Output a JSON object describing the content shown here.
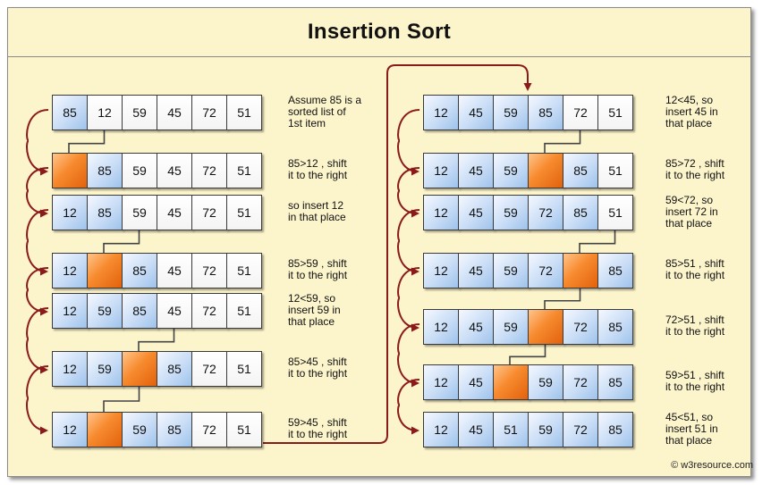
{
  "title": "Insertion  Sort",
  "credit": "© w3resource.com",
  "colors": {
    "background": "#fcf4cb",
    "sorted": "#c9ddf6",
    "unsorted": "#ffffff",
    "hole": "#f78a2e",
    "arrow": "#8b1a1a"
  },
  "left_steps": [
    {
      "cells": [
        {
          "v": "85",
          "t": "sorted"
        },
        {
          "v": "12",
          "t": "unsorted"
        },
        {
          "v": "59",
          "t": "unsorted"
        },
        {
          "v": "45",
          "t": "unsorted"
        },
        {
          "v": "72",
          "t": "unsorted"
        },
        {
          "v": "51",
          "t": "unsorted"
        }
      ],
      "note": "Assume 85 is a\nsorted list of\n1st item"
    },
    {
      "cells": [
        {
          "v": "",
          "t": "hole"
        },
        {
          "v": "85",
          "t": "sorted"
        },
        {
          "v": "59",
          "t": "unsorted"
        },
        {
          "v": "45",
          "t": "unsorted"
        },
        {
          "v": "72",
          "t": "unsorted"
        },
        {
          "v": "51",
          "t": "unsorted"
        }
      ],
      "note": "85>12 , shift\nit to the right"
    },
    {
      "cells": [
        {
          "v": "12",
          "t": "sorted"
        },
        {
          "v": "85",
          "t": "sorted"
        },
        {
          "v": "59",
          "t": "unsorted"
        },
        {
          "v": "45",
          "t": "unsorted"
        },
        {
          "v": "72",
          "t": "unsorted"
        },
        {
          "v": "51",
          "t": "unsorted"
        }
      ],
      "note": "so insert 12\nin that place"
    },
    {
      "cells": [
        {
          "v": "12",
          "t": "sorted"
        },
        {
          "v": "",
          "t": "hole"
        },
        {
          "v": "85",
          "t": "sorted"
        },
        {
          "v": "45",
          "t": "unsorted"
        },
        {
          "v": "72",
          "t": "unsorted"
        },
        {
          "v": "51",
          "t": "unsorted"
        }
      ],
      "note": "85>59 , shift\nit to the right"
    },
    {
      "cells": [
        {
          "v": "12",
          "t": "sorted"
        },
        {
          "v": "59",
          "t": "sorted"
        },
        {
          "v": "85",
          "t": "sorted"
        },
        {
          "v": "45",
          "t": "unsorted"
        },
        {
          "v": "72",
          "t": "unsorted"
        },
        {
          "v": "51",
          "t": "unsorted"
        }
      ],
      "note": "12<59, so\ninsert 59 in\nthat place"
    },
    {
      "cells": [
        {
          "v": "12",
          "t": "sorted"
        },
        {
          "v": "59",
          "t": "sorted"
        },
        {
          "v": "",
          "t": "hole"
        },
        {
          "v": "85",
          "t": "sorted"
        },
        {
          "v": "72",
          "t": "unsorted"
        },
        {
          "v": "51",
          "t": "unsorted"
        }
      ],
      "note": "85>45 , shift\nit to the right"
    },
    {
      "cells": [
        {
          "v": "12",
          "t": "sorted"
        },
        {
          "v": "",
          "t": "hole"
        },
        {
          "v": "59",
          "t": "sorted"
        },
        {
          "v": "85",
          "t": "sorted"
        },
        {
          "v": "72",
          "t": "unsorted"
        },
        {
          "v": "51",
          "t": "unsorted"
        }
      ],
      "note": "59>45 , shift\nit to the right"
    }
  ],
  "right_steps": [
    {
      "cells": [
        {
          "v": "12",
          "t": "sorted"
        },
        {
          "v": "45",
          "t": "sorted"
        },
        {
          "v": "59",
          "t": "sorted"
        },
        {
          "v": "85",
          "t": "sorted"
        },
        {
          "v": "72",
          "t": "unsorted"
        },
        {
          "v": "51",
          "t": "unsorted"
        }
      ],
      "note": "12<45, so\ninsert 45 in\nthat place"
    },
    {
      "cells": [
        {
          "v": "12",
          "t": "sorted"
        },
        {
          "v": "45",
          "t": "sorted"
        },
        {
          "v": "59",
          "t": "sorted"
        },
        {
          "v": "",
          "t": "hole"
        },
        {
          "v": "85",
          "t": "sorted"
        },
        {
          "v": "51",
          "t": "unsorted"
        }
      ],
      "note": "85>72 , shift\nit to the right"
    },
    {
      "cells": [
        {
          "v": "12",
          "t": "sorted"
        },
        {
          "v": "45",
          "t": "sorted"
        },
        {
          "v": "59",
          "t": "sorted"
        },
        {
          "v": "72",
          "t": "sorted"
        },
        {
          "v": "85",
          "t": "sorted"
        },
        {
          "v": "51",
          "t": "unsorted"
        }
      ],
      "note": "59<72, so\ninsert 72 in\nthat place"
    },
    {
      "cells": [
        {
          "v": "12",
          "t": "sorted"
        },
        {
          "v": "45",
          "t": "sorted"
        },
        {
          "v": "59",
          "t": "sorted"
        },
        {
          "v": "72",
          "t": "sorted"
        },
        {
          "v": "",
          "t": "hole"
        },
        {
          "v": "85",
          "t": "sorted"
        }
      ],
      "note": "85>51 , shift\nit to the right"
    },
    {
      "cells": [
        {
          "v": "12",
          "t": "sorted"
        },
        {
          "v": "45",
          "t": "sorted"
        },
        {
          "v": "59",
          "t": "sorted"
        },
        {
          "v": "",
          "t": "hole"
        },
        {
          "v": "72",
          "t": "sorted"
        },
        {
          "v": "85",
          "t": "sorted"
        }
      ],
      "note": "72>51 , shift\nit to the right"
    },
    {
      "cells": [
        {
          "v": "12",
          "t": "sorted"
        },
        {
          "v": "45",
          "t": "sorted"
        },
        {
          "v": "",
          "t": "hole"
        },
        {
          "v": "59",
          "t": "sorted"
        },
        {
          "v": "72",
          "t": "sorted"
        },
        {
          "v": "85",
          "t": "sorted"
        }
      ],
      "note": "59>51 , shift\nit to the right"
    },
    {
      "cells": [
        {
          "v": "12",
          "t": "sorted"
        },
        {
          "v": "45",
          "t": "sorted"
        },
        {
          "v": "51",
          "t": "sorted"
        },
        {
          "v": "59",
          "t": "sorted"
        },
        {
          "v": "72",
          "t": "sorted"
        },
        {
          "v": "85",
          "t": "sorted"
        }
      ],
      "note": "45<51, so\ninsert 51 in\nthat place"
    }
  ]
}
